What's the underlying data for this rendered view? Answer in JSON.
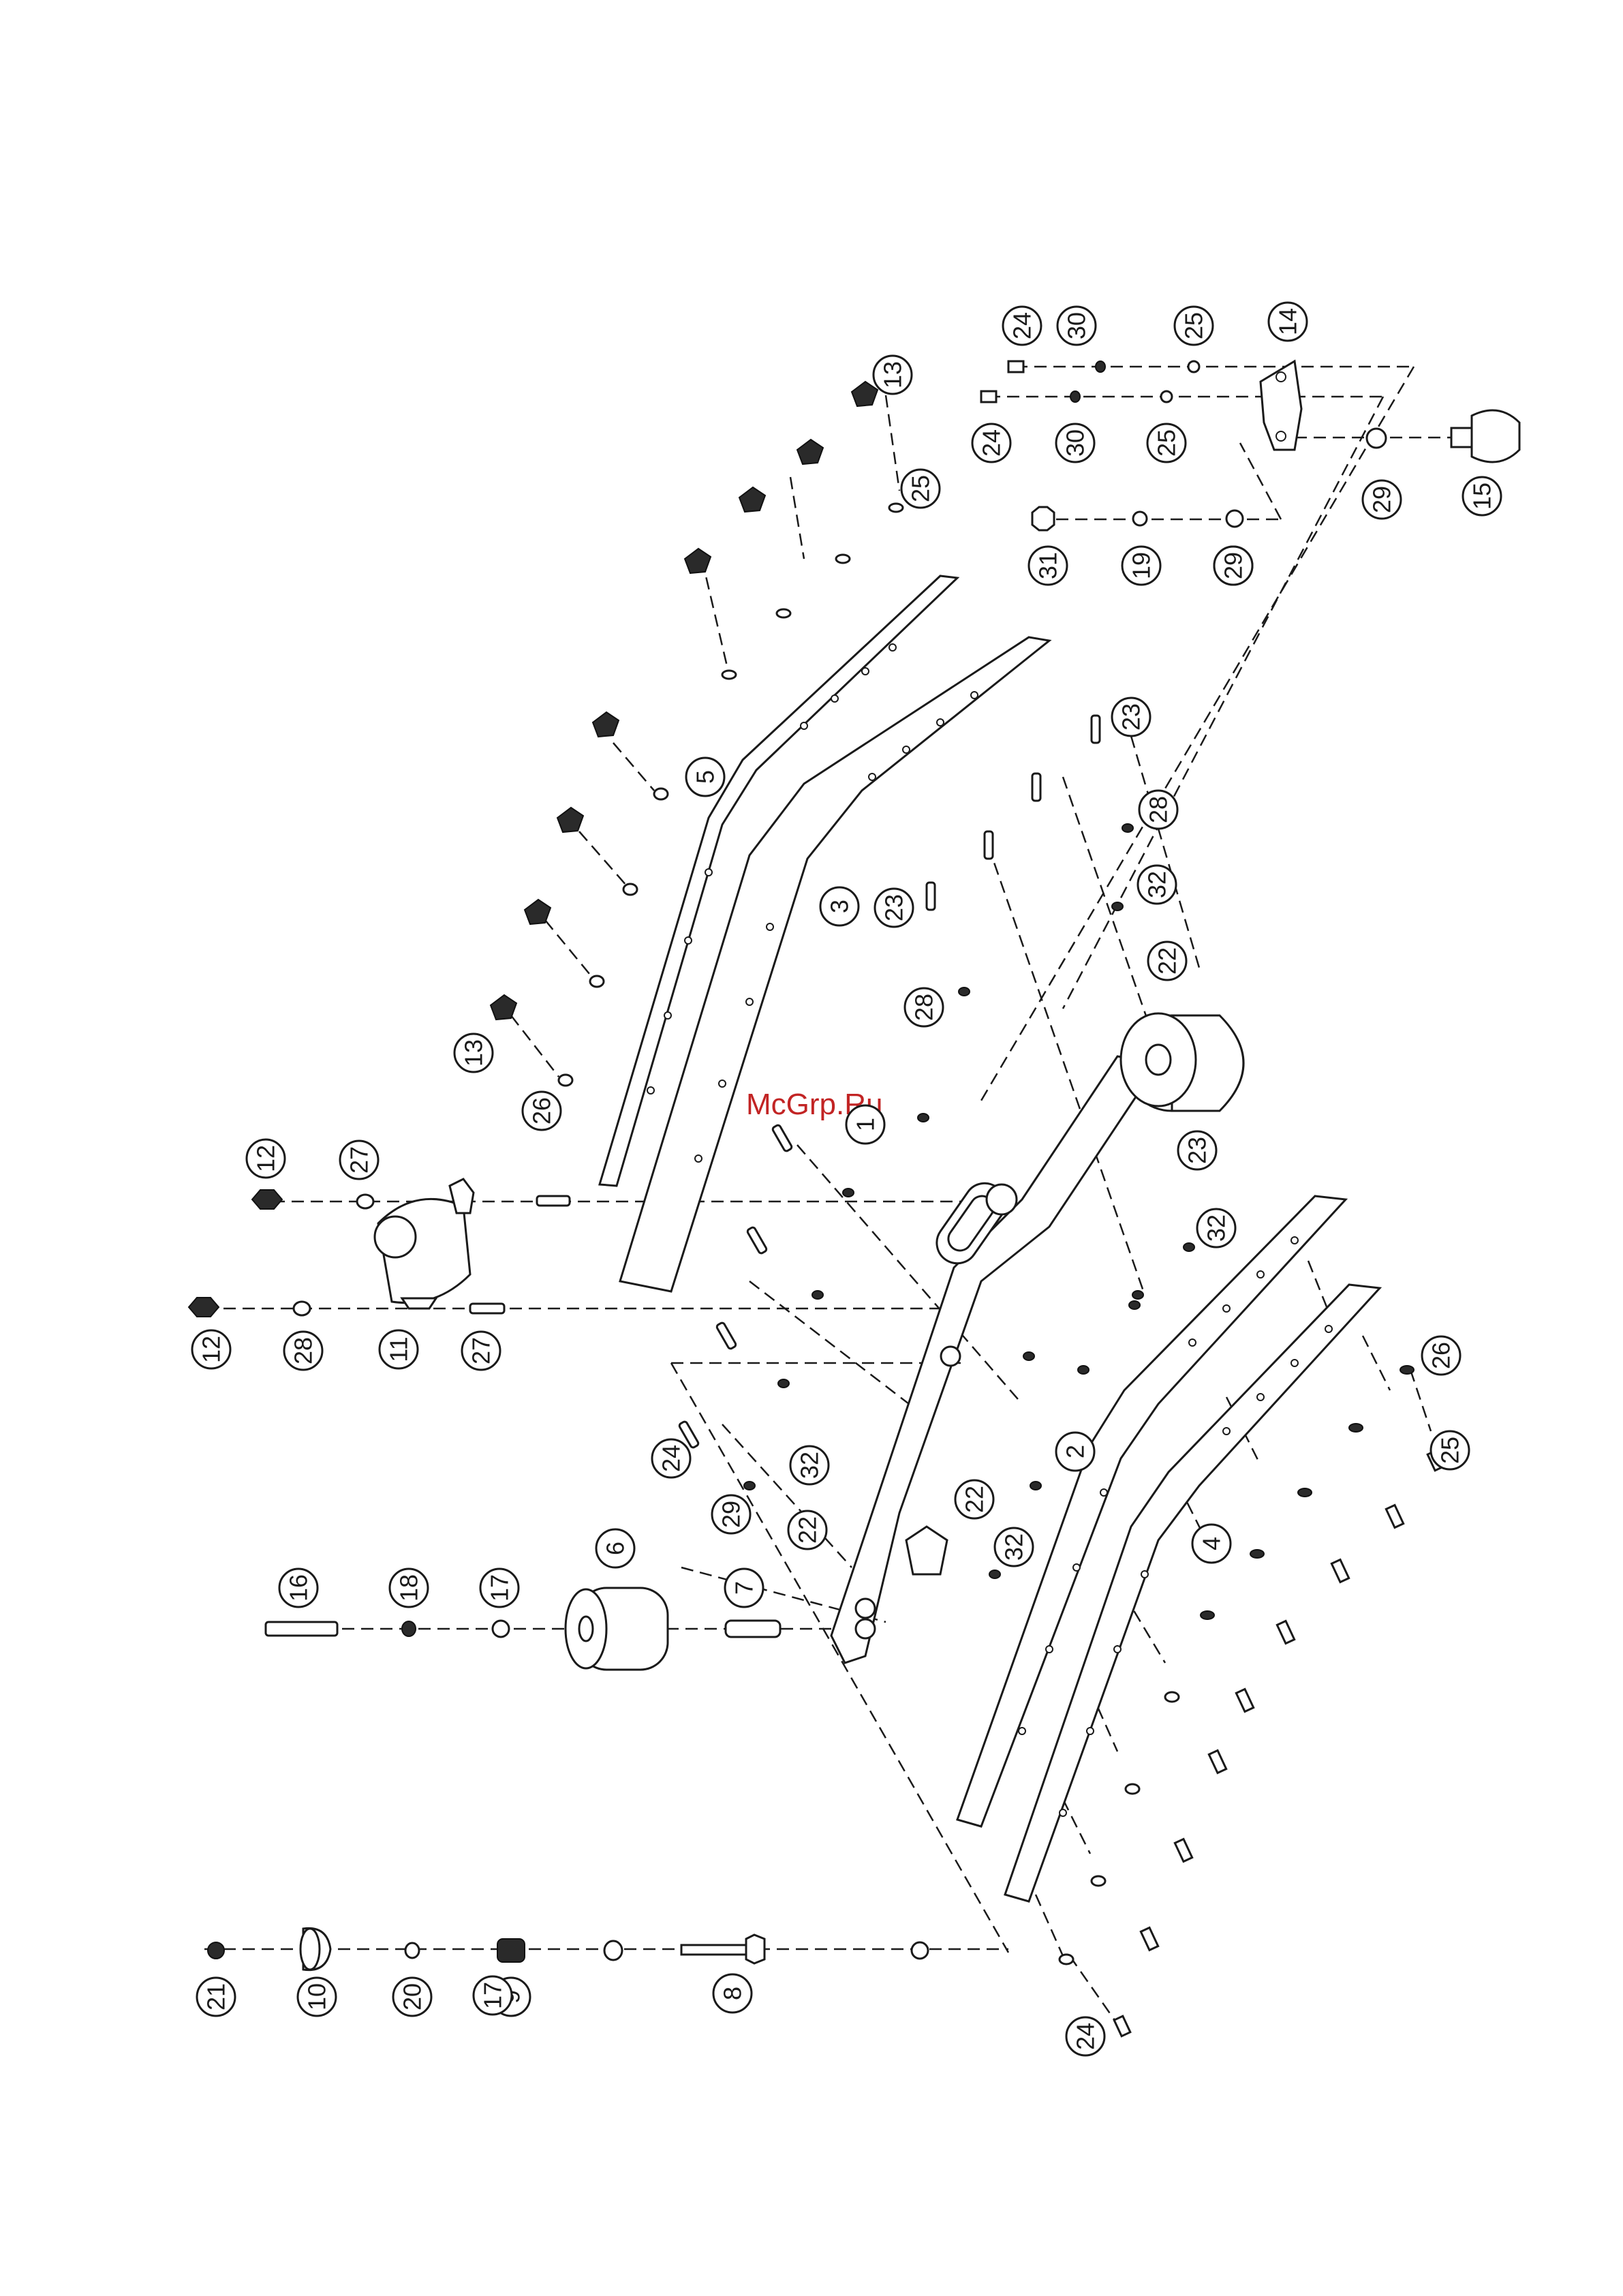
{
  "watermark": "McGrp.Ru",
  "colors": {
    "line": "#1a1a1a",
    "watermark": "#c22424",
    "background": "#ffffff"
  },
  "callouts": [
    "1",
    "2",
    "3",
    "4",
    "5",
    "6",
    "7",
    "8",
    "9",
    "10",
    "11",
    "12",
    "12",
    "13",
    "13",
    "14",
    "15",
    "16",
    "17",
    "17",
    "18",
    "19",
    "20",
    "21",
    "22",
    "22",
    "22",
    "23",
    "23",
    "23",
    "24",
    "24",
    "24",
    "24",
    "25",
    "25",
    "25",
    "25",
    "25",
    "26",
    "26",
    "27",
    "27",
    "28",
    "28",
    "28",
    "29",
    "29",
    "29",
    "30",
    "30",
    "31",
    "32",
    "32",
    "32",
    "32"
  ]
}
